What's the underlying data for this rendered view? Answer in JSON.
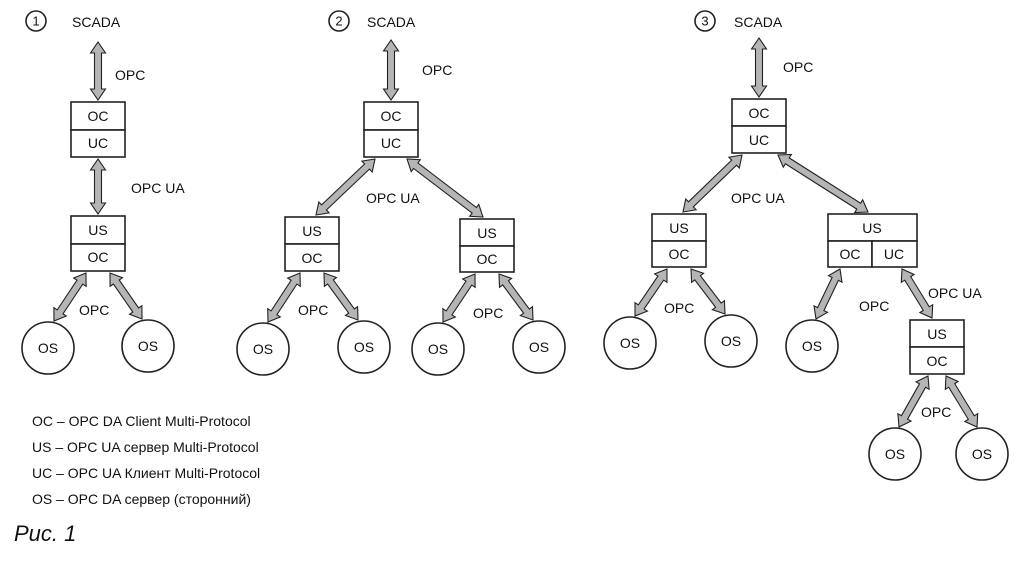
{
  "diagrams": [
    {
      "number": "1",
      "top_label": "SCADA",
      "links": [
        "OPC",
        "OPC UA",
        "OPC"
      ],
      "nodes": {
        "root": [
          "OC",
          "UC"
        ],
        "mid": [
          "US",
          "OC"
        ],
        "leaves": [
          "OS",
          "OS"
        ]
      }
    },
    {
      "number": "2",
      "top_label": "SCADA",
      "links": [
        "OPC",
        "OPC UA",
        "OPC",
        "OPC"
      ],
      "nodes": {
        "root": [
          "OC",
          "UC"
        ],
        "left": [
          "US",
          "OC"
        ],
        "right": [
          "US",
          "OC"
        ],
        "leaves": [
          "OS",
          "OS",
          "OS",
          "OS"
        ]
      }
    },
    {
      "number": "3",
      "top_label": "SCADA",
      "links": [
        "OPC",
        "OPC UA",
        "OPC",
        "OPC",
        "OPC UA",
        "OPC"
      ],
      "nodes": {
        "root": [
          "OC",
          "UC"
        ],
        "left": [
          "US",
          "OC"
        ],
        "right": {
          "top": "US",
          "bottom": [
            "OC",
            "UC"
          ]
        },
        "sub": [
          "US",
          "OC"
        ],
        "leaves": [
          "OS",
          "OS",
          "OS",
          "OS",
          "OS"
        ]
      }
    }
  ],
  "legend": [
    "OC – OPC DA Client Multi-Protocol",
    "US – OPC UA сервер Multi-Protocol",
    "UC – OPC UA Клиент Multi-Protocol",
    "OS – OPC DA сервер (сторонний)"
  ],
  "caption": "Рис. 1",
  "colors": {
    "arrow_fill": "#b5b5b5",
    "stroke": "#222222"
  }
}
